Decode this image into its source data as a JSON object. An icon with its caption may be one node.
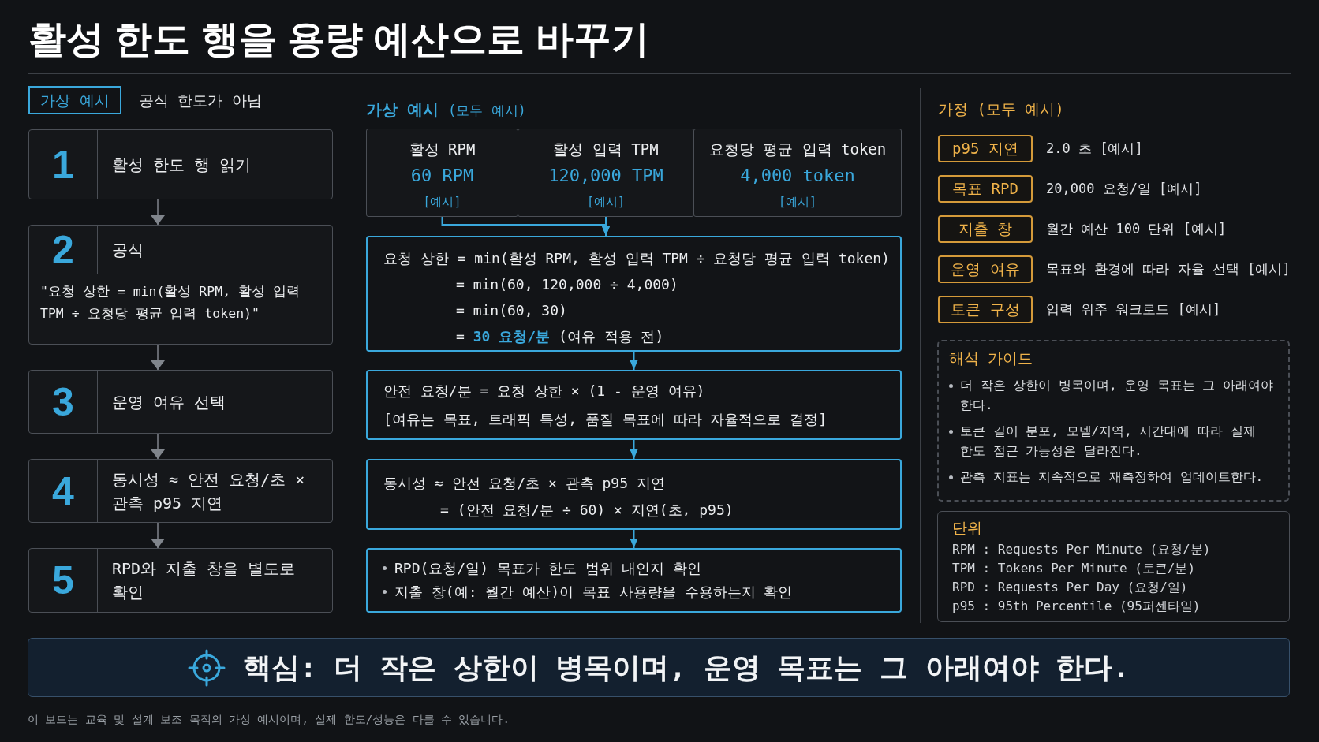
{
  "diagram": {
    "title": "활성 한도 행을 용량 예산으로 바꾸기",
    "caption": "이 보드는 교육 및 설계 보조 목적의 가상 예시이며, 실제 한도/성능은 다를 수 있습니다.",
    "nodes": [
      {
        "text": [
          "가상 예시"
        ],
        "beside": [
          "공식 한도가 아님"
        ]
      },
      {
        "text": [
          "1",
          "활성 한도 행 읽기"
        ]
      },
      {
        "text": [
          "2",
          "공식",
          "\"요청 상한 = min(활성 RPM, 활성 입력 TPM ÷ 요청당 평균 입력 token)\""
        ]
      },
      {
        "text": [
          "3",
          "운영 여유 선택"
        ]
      },
      {
        "text": [
          "4",
          "동시성 ≈ 안전 요청/초 × 관측 p95 지연"
        ]
      },
      {
        "text": [
          "5",
          "RPD와 지출 창을 별도로 확인"
        ]
      },
      {
        "text": [
          "활성 RPM",
          "60 RPM",
          "[예시]"
        ]
      },
      {
        "text": [
          "활성 입력 TPM",
          "120,000 TPM",
          "[예시]"
        ]
      },
      {
        "text": [
          "요청당 평균 입력 token",
          "4,000 token",
          "[예시]"
        ]
      },
      {
        "text": [
          "요청 상한 = min(활성 RPM, 활성 입력 TPM ÷ 요청당 평균 입력 token)",
          "= min(60, 120,000 ÷ 4,000)",
          "= min(60, 30)",
          "= **30 요청/분** (여유 적용 전)"
        ]
      },
      {
        "text": [
          "안전 요청/분 = 요청 상한 × (1 - 운영 여유)",
          "[여유는 목표, 트래픽 특성, 품질 목표에 따라 자율적으로 결정]"
        ]
      },
      {
        "text": [
          "동시성 ≈ 안전 요청/초 × 관측 p95 지연",
          "= (안전 요청/분 ÷ 60) × 지연(초, p95)"
        ]
      },
      {
        "text": [
          "RPD(요청/일) 목표가 한도 범위 내인지 확인",
          "지출 창(예: 월간 예산)이 목표 사용량을 수용하는지 확인"
        ]
      },
      {
        "text": [
          "p95 지연"
        ],
        "beside": [
          "2.0 초 [예시]"
        ]
      },
      {
        "text": [
          "목표 RPD"
        ],
        "beside": [
          "20,000 요청/일 [예시]"
        ]
      },
      {
        "text": [
          "지출 창"
        ],
        "beside": [
          "월간 예산 100 단위 [예시]"
        ]
      },
      {
        "text": [
          "운영 여유"
        ],
        "beside": [
          "목표와 환경에 따라 자율 선택 [예시]"
        ]
      },
      {
        "text": [
          "토큰 구성"
        ],
        "beside": [
          "입력 위주 워크로드 [예시]"
        ]
      },
      {
        "text": [
          "해석 가이드",
          "더 작은 상한이 병목이며, 운영 목표는 그 아래여야 한다.",
          "토큰 길이 분포, 모델/지역, 시간대에 따라 실제 한도 접근 가능성은 달라진다.",
          "관측 지표는 지속적으로 재측정하여 업데이트한다."
        ]
      },
      {
        "text": [
          "단위",
          "RPM : Requests Per Minute (요청/분)",
          "TPM : Tokens Per Minute (토큰/분)",
          "RPD : Requests Per Day (요청/일)",
          "p95 : 95th Percentile (95퍼센타일)"
        ]
      },
      {
        "text": [
          "핵심: 더 작은 상한이 병목이며, 운영 목표는 그 아래여야 한다."
        ]
      }
    ],
    "edges": [
      {
        "from": 1,
        "to": 2,
        "arrow": "to",
        "color": "#80858c"
      },
      {
        "from": 2,
        "to": 3,
        "arrow": "to",
        "color": "#80858c"
      },
      {
        "from": 3,
        "to": 4,
        "arrow": "to",
        "color": "#80858c"
      },
      {
        "from": 4,
        "to": 5,
        "arrow": "to",
        "color": "#80858c"
      },
      {
        "from": 6,
        "to": 9,
        "arrow": "to"
      },
      {
        "from": 7,
        "to": 9,
        "arrow": "to"
      },
      {
        "from": 9,
        "to": 10,
        "arrow": "to"
      },
      {
        "from": 10,
        "to": 11,
        "arrow": "to"
      },
      {
        "from": 11,
        "to": 12,
        "arrow": "to"
      }
    ],
    "labels": [
      "가상 예시",
      "(모두 예시)",
      "가정 (모두 예시)"
    ]
  }
}
